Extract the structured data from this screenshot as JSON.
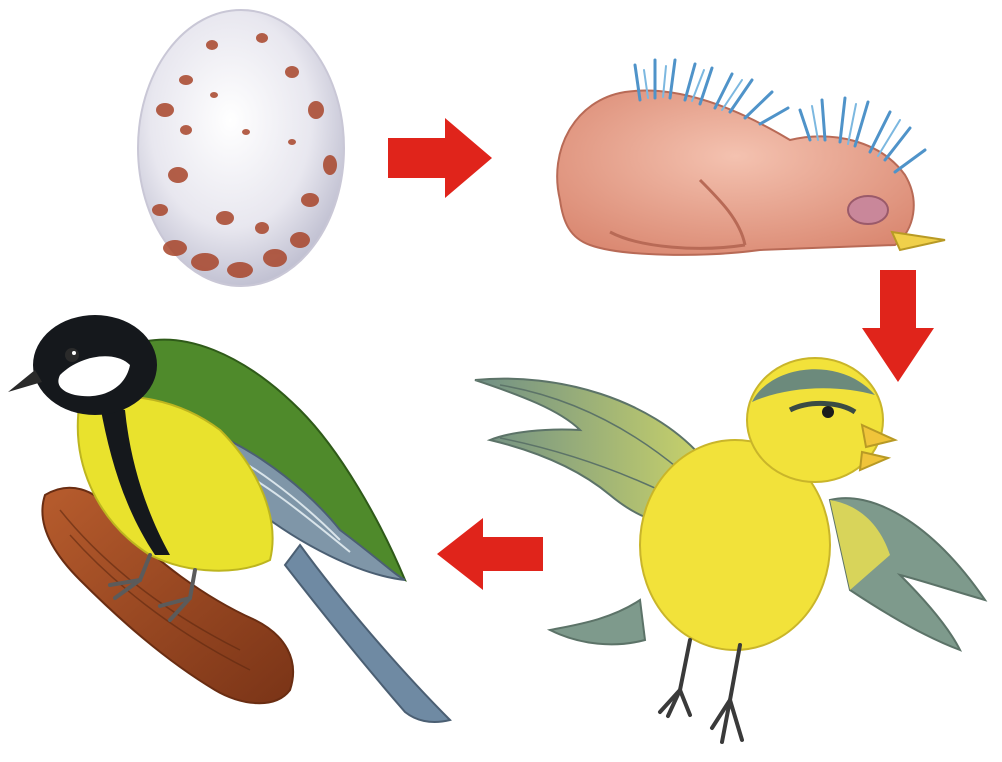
{
  "diagram": {
    "type": "life-cycle",
    "stages": [
      {
        "id": "egg",
        "icon": "speckled-egg-illustration"
      },
      {
        "id": "hatchling",
        "icon": "newborn-chick-illustration"
      },
      {
        "id": "fledgling",
        "icon": "fledgling-bird-illustration"
      },
      {
        "id": "adult",
        "icon": "adult-great-tit-illustration"
      }
    ],
    "arrows": [
      {
        "from": "egg",
        "to": "hatchling",
        "direction": "right"
      },
      {
        "from": "hatchling",
        "to": "fledgling",
        "direction": "down"
      },
      {
        "from": "fledgling",
        "to": "adult",
        "direction": "left"
      }
    ],
    "colors": {
      "arrow": "#e0241b",
      "background": "#ffffff",
      "egg_shell": "#ecebf1",
      "egg_spots": "#a8452a",
      "chick_skin": "#e9a58e",
      "chick_down": "#5b9fcf",
      "fledgling_body": "#f2e23a",
      "fledgling_wing": "#7e9a8c",
      "adult_head": "#15181c",
      "adult_cheek": "#ffffff",
      "adult_breast": "#e9e22d",
      "adult_back": "#4f8a2b",
      "adult_wing": "#7f96a8",
      "branch": "#9a4a24"
    }
  }
}
